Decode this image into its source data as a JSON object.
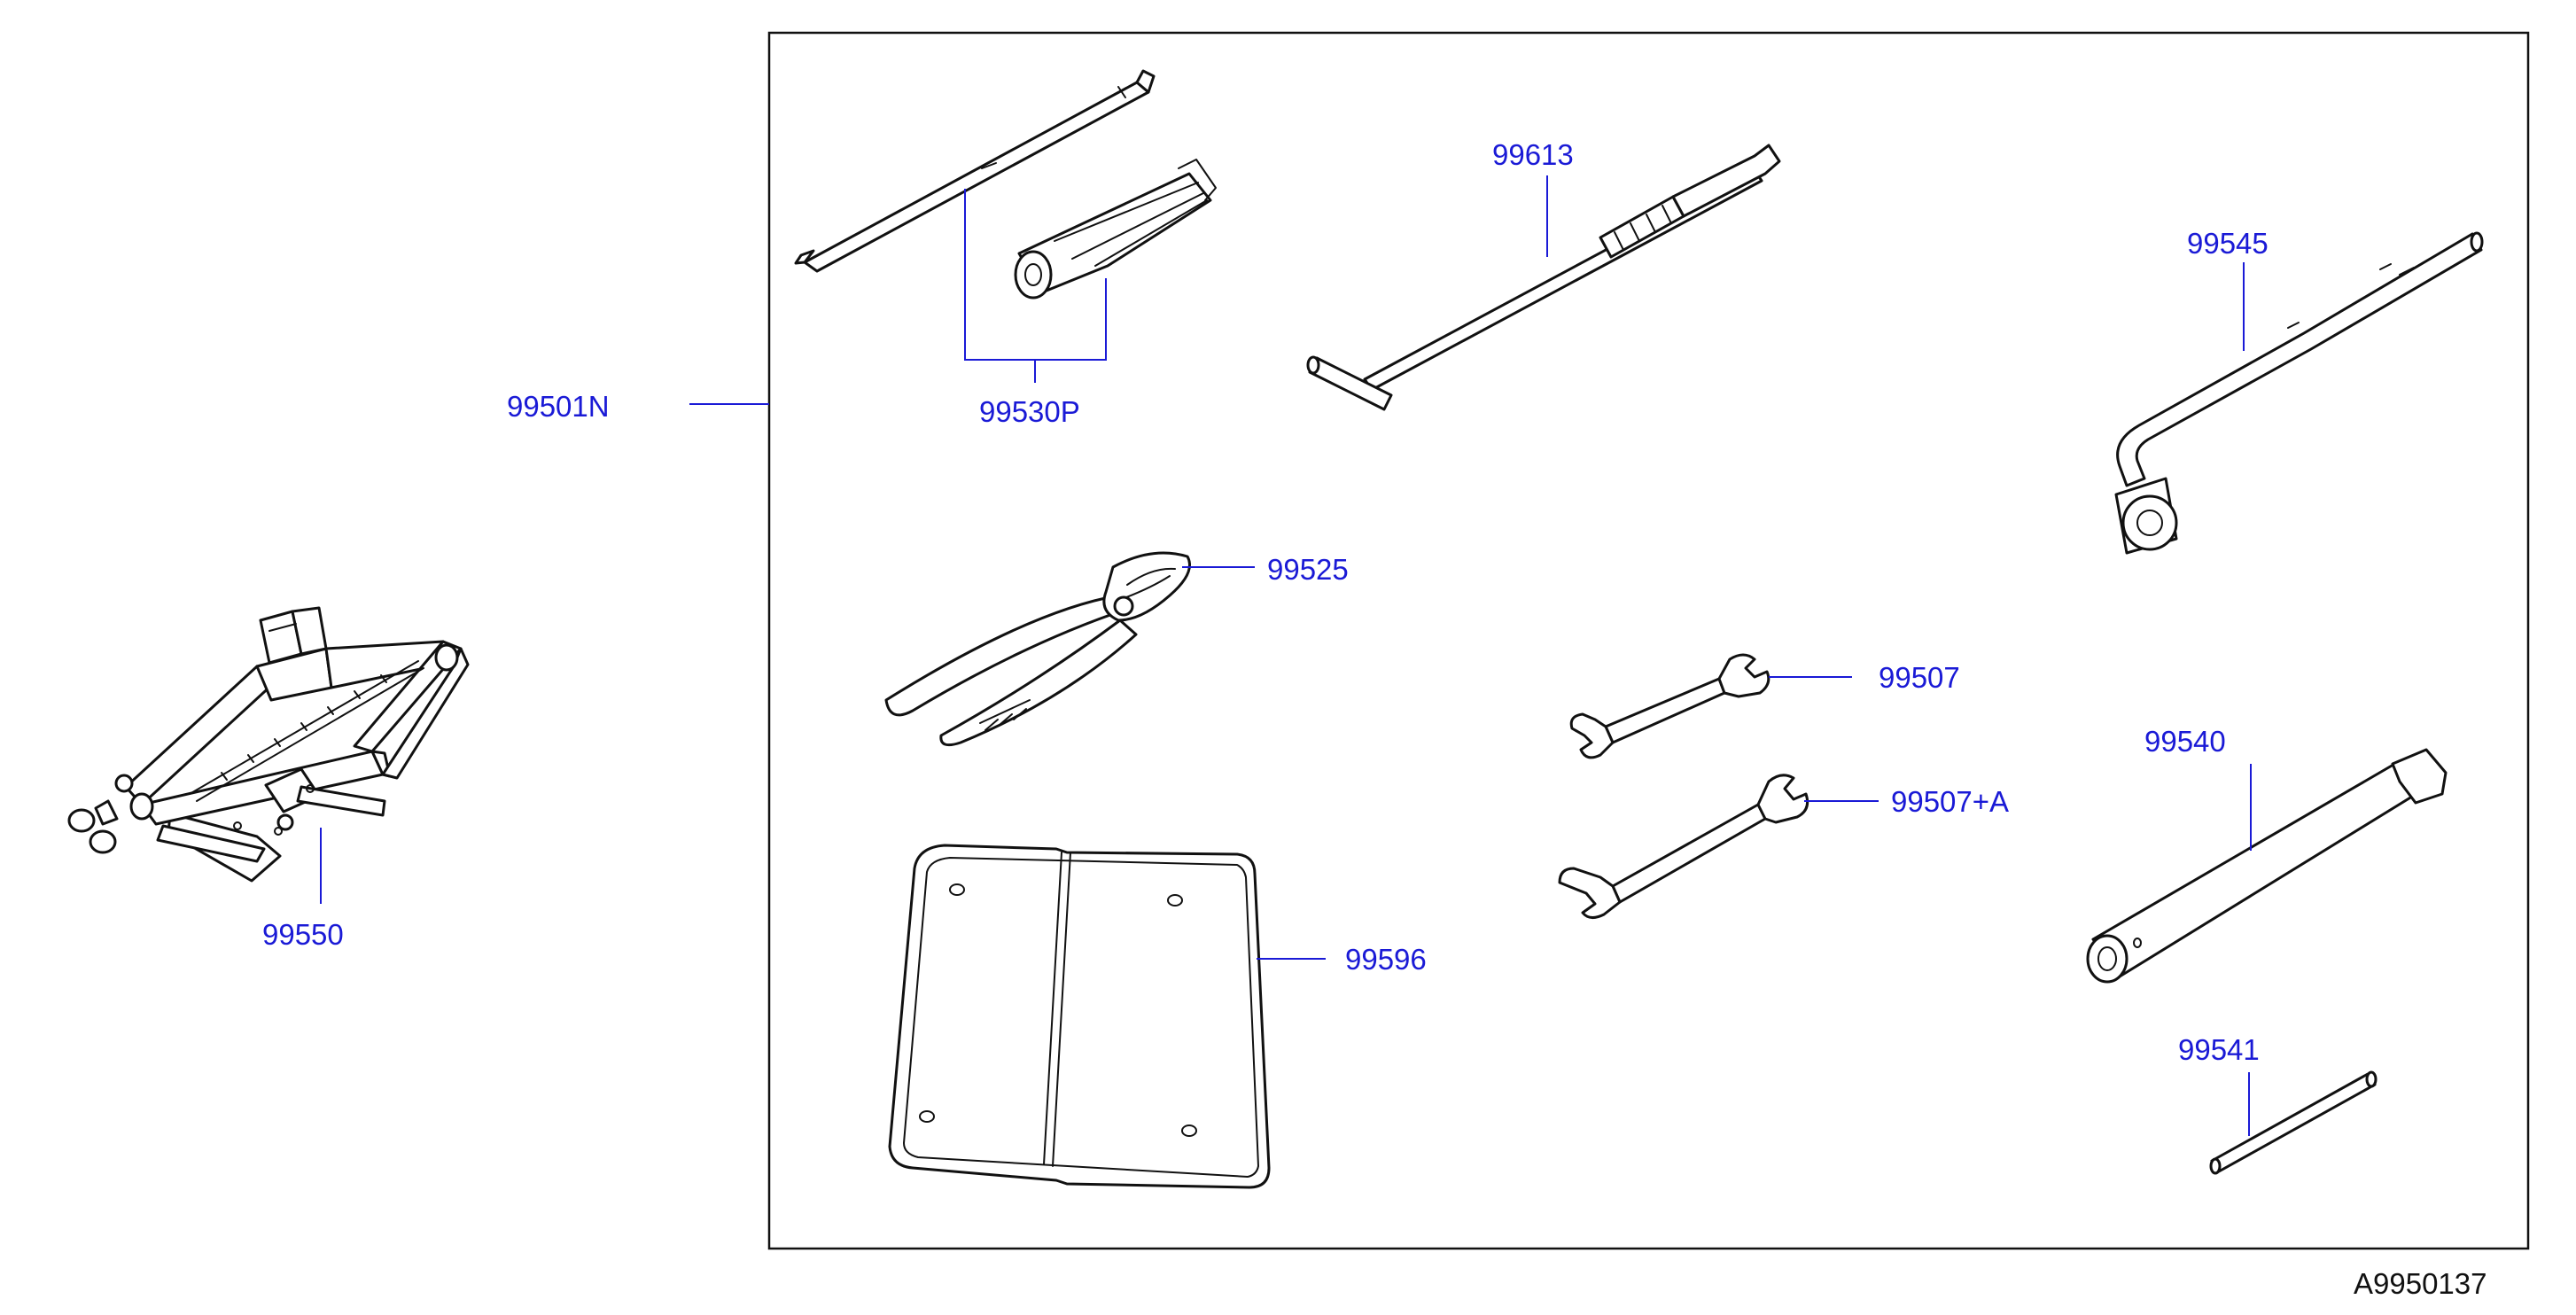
{
  "diagram": {
    "drawing_code": "A9950137",
    "parts": {
      "kit": "99501N",
      "screwdriver_set": "99530P",
      "t_handle": "99613",
      "lug_wrench": "99545",
      "pliers": "99525",
      "spanner_small": "99507",
      "spanner_large": "99507+A",
      "box_wrench": "99540",
      "rod": "99541",
      "bag": "99596",
      "jack": "99550"
    }
  }
}
